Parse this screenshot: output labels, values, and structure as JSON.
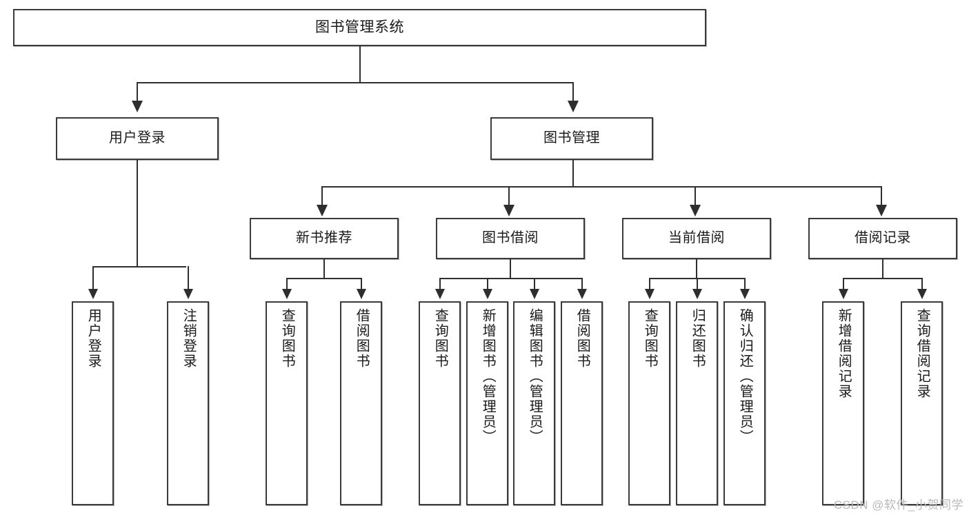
{
  "diagram": {
    "type": "tree-hierarchy-chart",
    "title": "图书管理系统",
    "root": {
      "id": "root",
      "label": "图书管理系统"
    },
    "level1": [
      {
        "id": "user-login",
        "label": "用户登录"
      },
      {
        "id": "book-management",
        "label": "图书管理"
      }
    ],
    "level2": [
      {
        "id": "new-book-recommend",
        "label": "新书推荐",
        "parent": "book-management"
      },
      {
        "id": "book-borrow",
        "label": "图书借阅",
        "parent": "book-management"
      },
      {
        "id": "current-borrow",
        "label": "当前借阅",
        "parent": "book-management"
      },
      {
        "id": "borrow-record",
        "label": "借阅记录",
        "parent": "book-management"
      }
    ],
    "leaves": [
      {
        "id": "leaf-user-login",
        "label": "用户登录",
        "parent": "user-login"
      },
      {
        "id": "leaf-logout",
        "label": "注销登录",
        "parent": "user-login"
      },
      {
        "id": "leaf-query-books-1",
        "label": "查询图书",
        "parent": "new-book-recommend"
      },
      {
        "id": "leaf-borrow-books-1",
        "label": "借阅图书",
        "parent": "new-book-recommend"
      },
      {
        "id": "leaf-query-books-2",
        "label": "查询图书",
        "parent": "book-borrow"
      },
      {
        "id": "leaf-add-book",
        "label": "新增图书（管理员）",
        "parent": "book-borrow"
      },
      {
        "id": "leaf-edit-book",
        "label": "编辑图书（管理员）",
        "parent": "book-borrow"
      },
      {
        "id": "leaf-borrow-books-2",
        "label": "借阅图书",
        "parent": "book-borrow"
      },
      {
        "id": "leaf-query-books-3",
        "label": "查询图书",
        "parent": "current-borrow"
      },
      {
        "id": "leaf-return-book",
        "label": "归还图书",
        "parent": "current-borrow"
      },
      {
        "id": "leaf-confirm-return",
        "label": "确认归还（管理员）",
        "parent": "current-borrow"
      },
      {
        "id": "leaf-add-record",
        "label": "新增借阅记录",
        "parent": "borrow-record"
      },
      {
        "id": "leaf-query-record",
        "label": "查询借阅记录",
        "parent": "borrow-record"
      }
    ],
    "watermark": "CSDN @软件_小贺同学",
    "colors": {
      "border": "#3a3a3a",
      "connector": "#2e2e2e",
      "background": "#ffffff",
      "text": "#1a1a1a",
      "watermark": "#b8b8b8"
    }
  }
}
